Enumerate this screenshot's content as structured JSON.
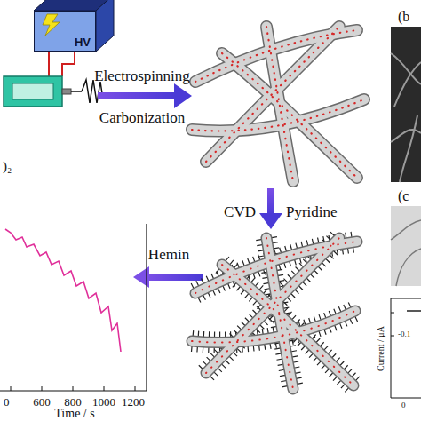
{
  "diagram": {
    "nodes": [
      {
        "text": [
          "HV"
        ]
      }
    ],
    "labels": [
      ")₂",
      "Electrospinning",
      "Carbonization",
      "CVD",
      "Pyridine",
      "Hemin",
      "(b",
      "(c",
      "0",
      "600",
      "800",
      "1000",
      "1200",
      "Time / s",
      "Current / μA",
      "-0.1",
      "0"
    ]
  }
}
